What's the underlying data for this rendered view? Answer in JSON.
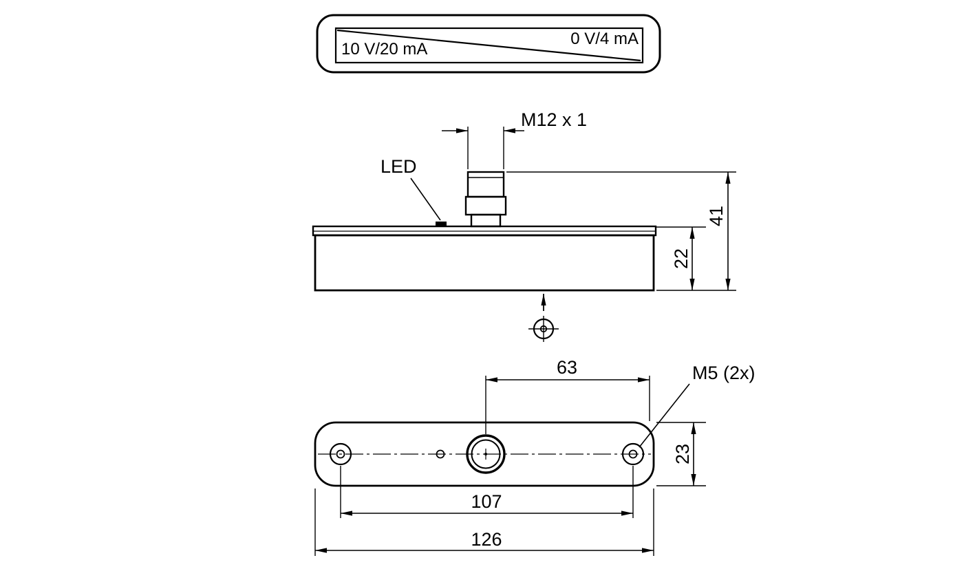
{
  "colors": {
    "line": "#000000",
    "background": "#ffffff"
  },
  "scale_indicator": {
    "left_label": "10 V/20 mA",
    "right_label": "0 V/4 mA"
  },
  "side_view": {
    "connector_thread": "M12 x 1",
    "led_label": "LED",
    "total_height_mm": "41",
    "body_height_mm": "22"
  },
  "bottom_view": {
    "center_to_edge_mm": "63",
    "mounting_thread": "M5 (2x)",
    "body_width_mm": "23",
    "hole_spacing_mm": "107",
    "total_length_mm": "126"
  },
  "symbols": {
    "sensing_direction": "up-arrow",
    "reference_axis": "circled-crosshair"
  }
}
